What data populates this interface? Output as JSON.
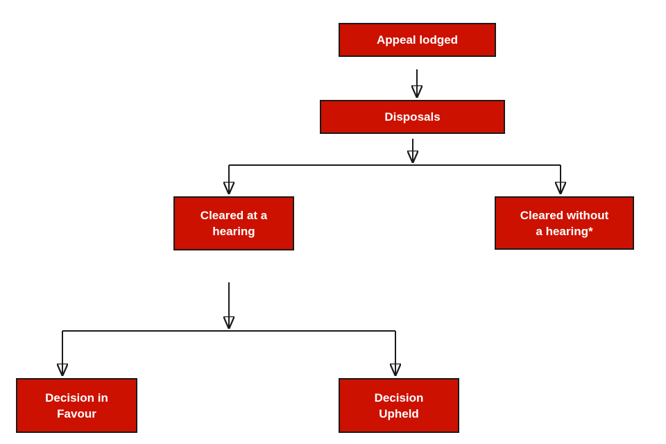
{
  "diagram": {
    "type": "flowchart",
    "colors": {
      "node_fill": "#cc1100",
      "node_border": "#1a1a1a",
      "node_text": "#ffffff",
      "connector": "#1a1a1a",
      "background": "#ffffff"
    },
    "nodes": [
      {
        "id": "appeal-lodged",
        "label": "Appeal lodged"
      },
      {
        "id": "disposals",
        "label": "Disposals"
      },
      {
        "id": "cleared-at-hearing",
        "label": "Cleared at a\nhearing"
      },
      {
        "id": "cleared-without-hearing",
        "label": "Cleared without\na hearing*"
      },
      {
        "id": "decision-in-favour",
        "label": "Decision in\nFavour"
      },
      {
        "id": "decision-upheld",
        "label": "Decision\nUpheld"
      }
    ],
    "edges": [
      {
        "from": "appeal-lodged",
        "to": "disposals"
      },
      {
        "from": "disposals",
        "to": "cleared-at-hearing"
      },
      {
        "from": "disposals",
        "to": "cleared-without-hearing"
      },
      {
        "from": "cleared-at-hearing",
        "to": "decision-in-favour"
      },
      {
        "from": "cleared-at-hearing",
        "to": "decision-upheld"
      }
    ]
  }
}
